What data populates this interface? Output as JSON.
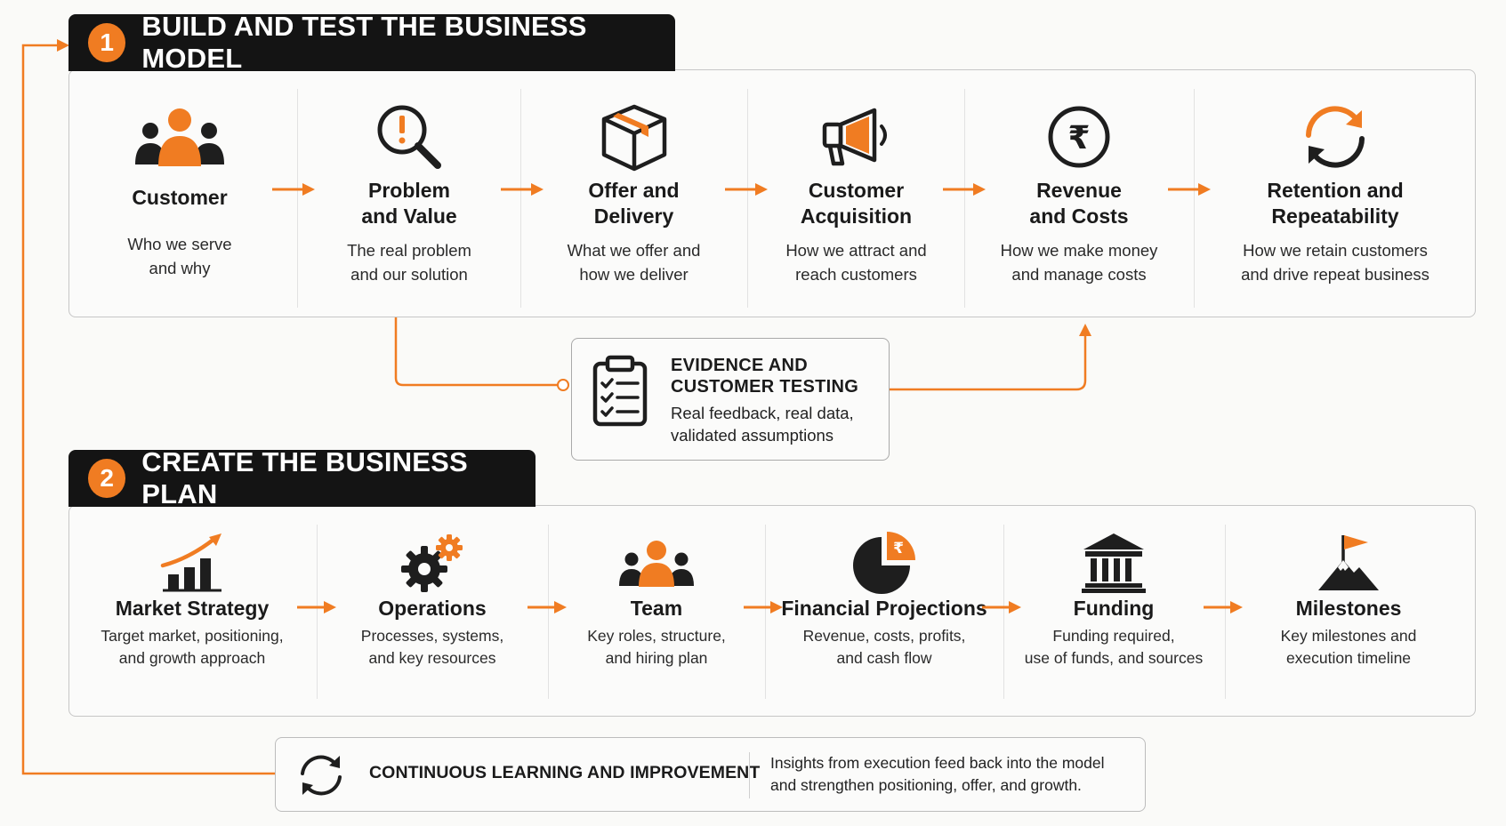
{
  "colors": {
    "accent": "#f07c22",
    "dark": "#1e1e1e",
    "header_bg": "#141414"
  },
  "section1": {
    "number": "1",
    "title": "BUILD AND TEST THE BUSINESS MODEL",
    "steps": [
      {
        "icon": "customer-group-icon",
        "title": "Customer",
        "desc": "Who we serve\nand why"
      },
      {
        "icon": "problem-magnifier-icon",
        "title": "Problem\nand Value",
        "desc": "The real problem\nand our solution"
      },
      {
        "icon": "delivery-box-icon",
        "title": "Offer and\nDelivery",
        "desc": "What we offer and\nhow we deliver"
      },
      {
        "icon": "megaphone-icon",
        "title": "Customer\nAcquisition",
        "desc": "How we attract and\nreach customers"
      },
      {
        "icon": "rupee-coin-icon",
        "title": "Revenue\nand Costs",
        "desc": "How we make money\nand manage costs"
      },
      {
        "icon": "refresh-cycle-icon",
        "title": "Retention and\nRepeatability",
        "desc": "How we retain customers\nand drive repeat business"
      }
    ]
  },
  "evidence": {
    "icon": "clipboard-checklist-icon",
    "title_line1": "EVIDENCE AND",
    "title_line2": "CUSTOMER TESTING",
    "desc_line1": "Real feedback, real data,",
    "desc_line2": "validated assumptions"
  },
  "section2": {
    "number": "2",
    "title": "CREATE THE BUSINESS PLAN",
    "steps": [
      {
        "icon": "growth-chart-icon",
        "title": "Market Strategy",
        "desc": "Target market, positioning,\nand growth approach"
      },
      {
        "icon": "gears-icon",
        "title": "Operations",
        "desc": "Processes, systems,\nand key resources"
      },
      {
        "icon": "team-icon",
        "title": "Team",
        "desc": "Key roles, structure,\nand hiring plan"
      },
      {
        "icon": "pie-chart-rupee-icon",
        "title": "Financial Projections",
        "desc": "Revenue, costs, profits,\nand cash flow"
      },
      {
        "icon": "bank-building-icon",
        "title": "Funding",
        "desc": "Funding required,\nuse of funds, and sources"
      },
      {
        "icon": "mountain-flag-icon",
        "title": "Milestones",
        "desc": "Key milestones and\nexecution timeline"
      }
    ]
  },
  "continuous": {
    "icon": "continuous-cycle-icon",
    "title": "CONTINUOUS LEARNING AND IMPROVEMENT",
    "desc_line1": "Insights from execution feed back into the model",
    "desc_line2": "and strengthen positioning, offer, and growth."
  }
}
